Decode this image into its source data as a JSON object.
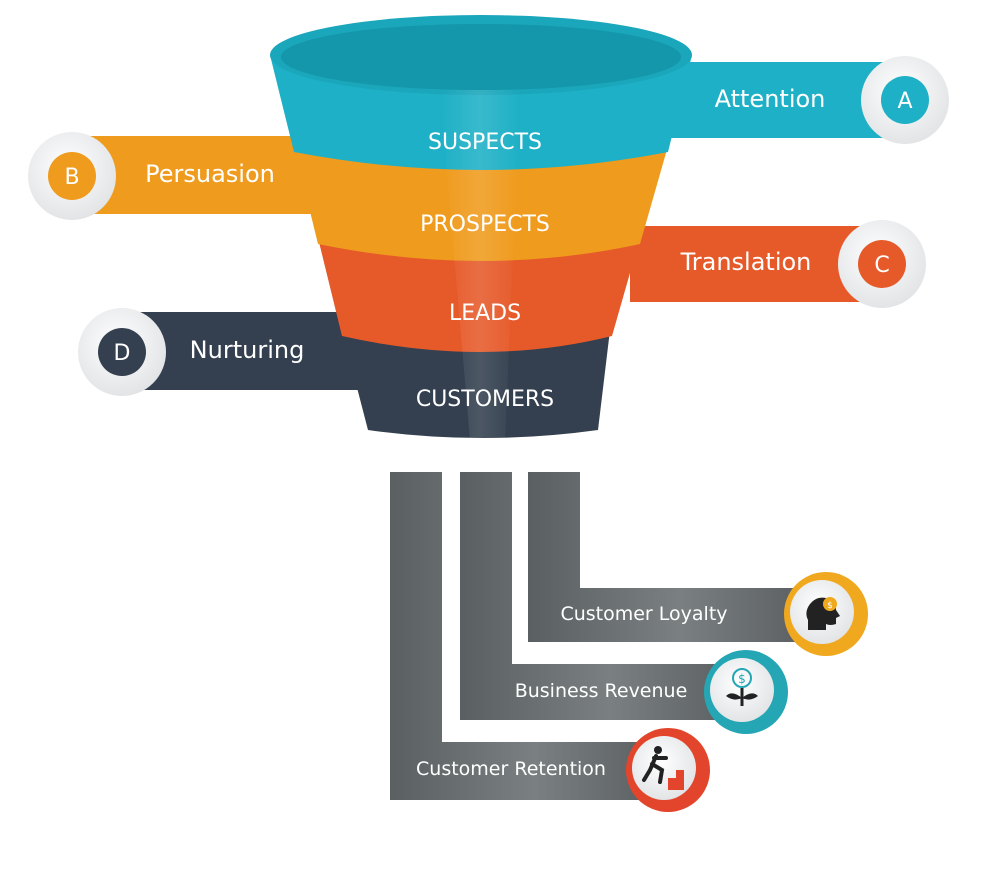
{
  "funnel": {
    "stages": [
      {
        "label": "SUSPECTS",
        "color": "#1eb0c6"
      },
      {
        "label": "PROSPECTS",
        "color": "#ef9b1d"
      },
      {
        "label": "LEADS",
        "color": "#e65a2a"
      },
      {
        "label": "CUSTOMERS",
        "color": "#34404f"
      }
    ]
  },
  "side_tabs": [
    {
      "letter": "A",
      "label": "Attention",
      "color": "#1eb0c6"
    },
    {
      "letter": "B",
      "label": "Persuasion",
      "color": "#ef9b1d"
    },
    {
      "letter": "C",
      "label": "Translation",
      "color": "#e65a2a"
    },
    {
      "letter": "D",
      "label": "Nurturing",
      "color": "#34404f"
    }
  ],
  "outcomes": [
    {
      "label": "Customer Loyalty",
      "icon": "head-coin-icon",
      "ring_color": "#f0a81e"
    },
    {
      "label": "Business Revenue",
      "icon": "money-plant-icon",
      "ring_color": "#24a6b5"
    },
    {
      "label": "Customer Retention",
      "icon": "runner-stairs-icon",
      "ring_color": "#e2452b"
    }
  ]
}
